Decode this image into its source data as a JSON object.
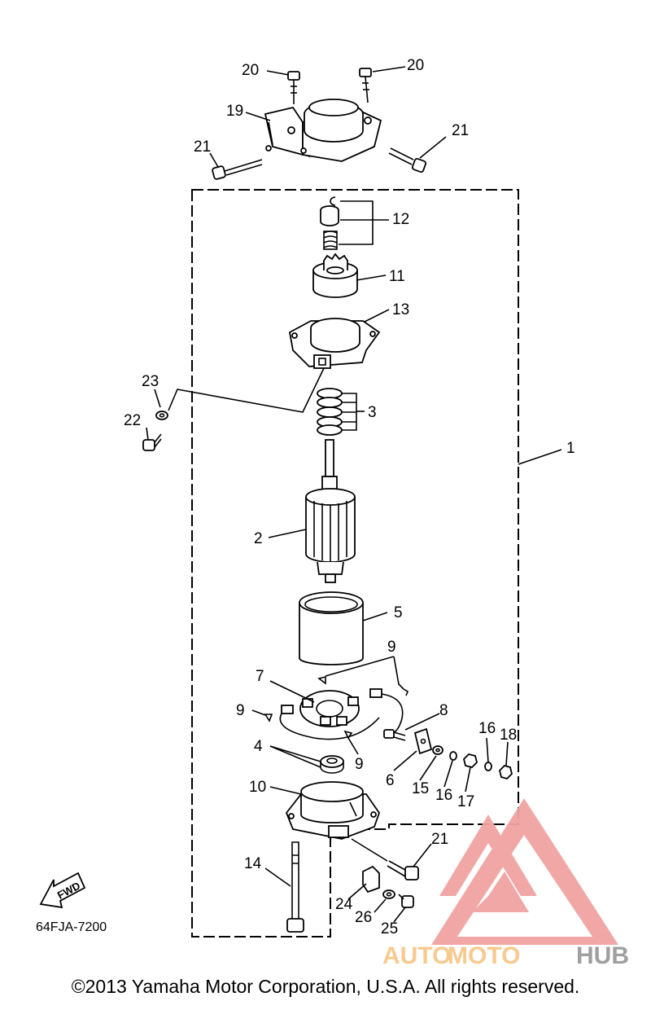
{
  "diagram_code": "64FJA-7200",
  "fwd_label": "FWD",
  "copyright": "©2013 Yamaha Motor Corporation, U.S.A. All rights reserved.",
  "watermark": {
    "text_auto": "AUTO",
    "text_moto": "MOTO",
    "text_hub": "HUB",
    "color_red": "#f2a3a3",
    "color_orange": "#f7c88a",
    "color_gray": "#9a9a9a"
  },
  "callouts": [
    "20",
    "20",
    "19",
    "21",
    "21",
    "12",
    "11",
    "13",
    "23",
    "3",
    "22",
    "1",
    "2",
    "5",
    "9",
    "7",
    "9",
    "8",
    "16",
    "18",
    "4",
    "9",
    "6",
    "15",
    "16",
    "17",
    "10",
    "21",
    "14",
    "24",
    "26",
    "25"
  ]
}
